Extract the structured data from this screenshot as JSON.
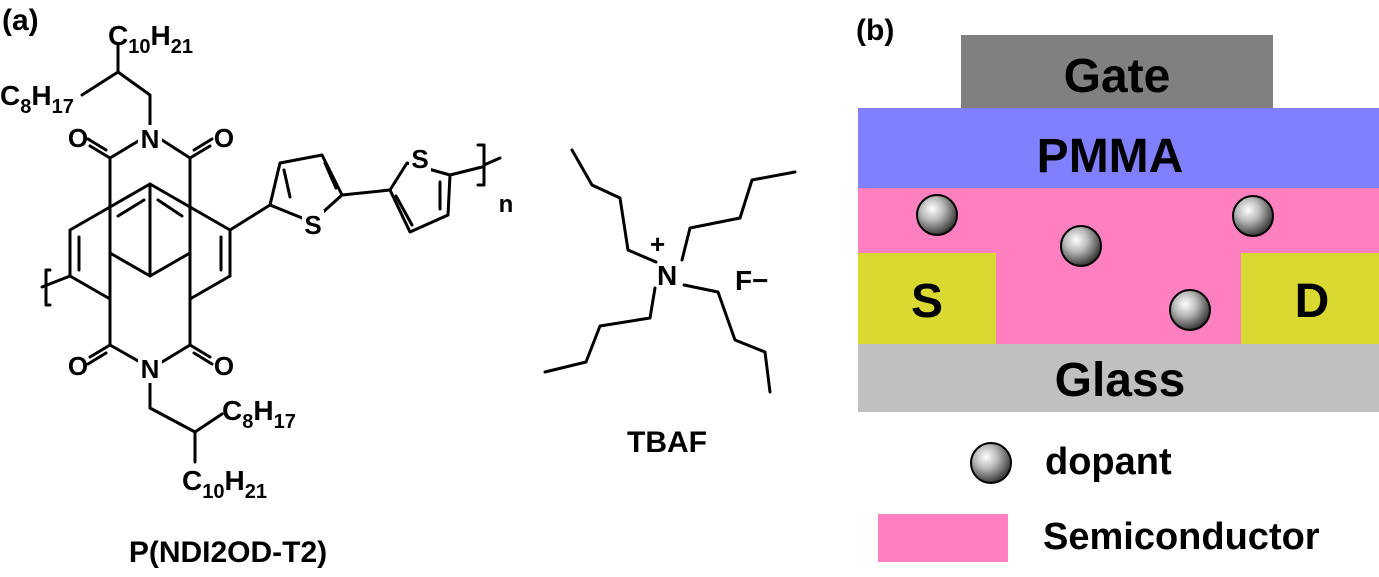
{
  "panel_a": {
    "label": "(a)",
    "polymer_name": "P(NDI2OD-T2)",
    "salt_name": "TBAF",
    "atoms": {
      "n_top": "N",
      "n_bottom": "N",
      "o1": "O",
      "o2": "O",
      "o3": "O",
      "o4": "O",
      "s1": "S",
      "s2": "S",
      "repeat": "n",
      "n_plus_charge": "+",
      "n_quat": "N",
      "fluoride": "F−"
    },
    "side_chains": {
      "top_c10": {
        "base": "C",
        "sub": "10",
        "h": "H",
        "hsub": "21"
      },
      "top_c8": {
        "base": "C",
        "sub": "8",
        "h": "H",
        "hsub": "17"
      },
      "bot_c8": {
        "base": "C",
        "sub": "8",
        "h": "H",
        "hsub": "17"
      },
      "bot_c10": {
        "base": "C",
        "sub": "10",
        "h": "H",
        "hsub": "21"
      }
    }
  },
  "panel_b": {
    "label": "(b)",
    "layers": {
      "gate": "Gate",
      "pmma": "PMMA",
      "source": "S",
      "drain": "D",
      "glass": "Glass"
    },
    "legend": {
      "dopant": "dopant",
      "semiconductor": "Semiconductor"
    },
    "colors": {
      "gate": "#808080",
      "pmma": "#8080ff",
      "semiconductor": "#ff80c0",
      "electrode": "#d9d932",
      "glass": "#c0c0c0"
    }
  }
}
